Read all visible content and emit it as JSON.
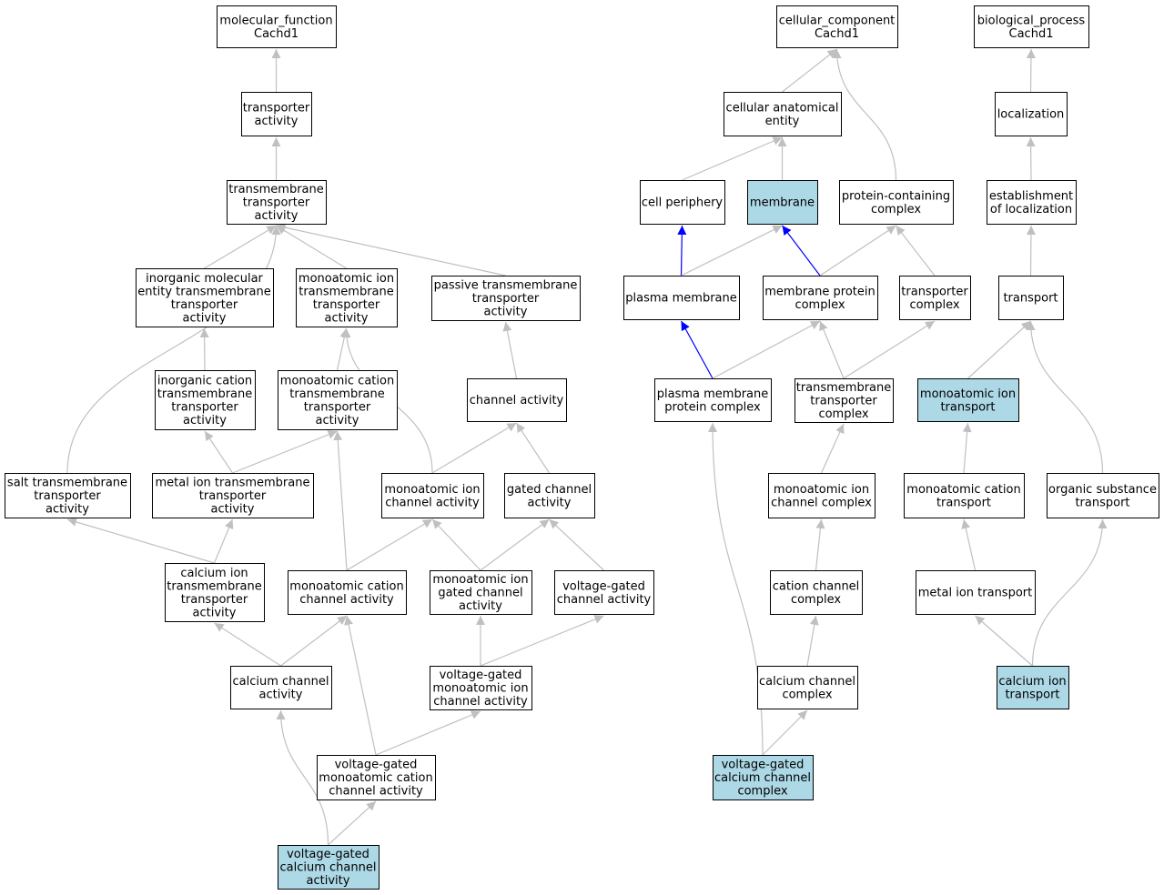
{
  "colors": {
    "background": "#ffffff",
    "node_fill": "#ffffff",
    "highlight_fill": "#add8e6",
    "node_border": "#000000",
    "edge_default": "#c0c0c0",
    "edge_emphasis": "#0000ff"
  },
  "nodes": [
    {
      "id": "mf",
      "lines": [
        "molecular_function",
        "Cachd1"
      ],
      "highlight": false
    },
    {
      "id": "ta",
      "lines": [
        "transporter",
        "activity"
      ],
      "highlight": false
    },
    {
      "id": "tta",
      "lines": [
        "transmembrane",
        "transporter",
        "activity"
      ],
      "highlight": false
    },
    {
      "id": "imetta",
      "lines": [
        "inorganic molecular",
        "entity transmembrane",
        "transporter",
        "activity"
      ],
      "highlight": false
    },
    {
      "id": "mitta",
      "lines": [
        "monoatomic ion",
        "transmembrane",
        "transporter",
        "activity"
      ],
      "highlight": false
    },
    {
      "id": "ptta",
      "lines": [
        "passive transmembrane",
        "transporter",
        "activity"
      ],
      "highlight": false
    },
    {
      "id": "icta",
      "lines": [
        "inorganic cation",
        "transmembrane",
        "transporter",
        "activity"
      ],
      "highlight": false
    },
    {
      "id": "mcta",
      "lines": [
        "monoatomic cation",
        "transmembrane",
        "transporter",
        "activity"
      ],
      "highlight": false
    },
    {
      "id": "cha",
      "lines": [
        "channel activity"
      ],
      "highlight": false
    },
    {
      "id": "sta",
      "lines": [
        "salt transmembrane",
        "transporter",
        "activity"
      ],
      "highlight": false
    },
    {
      "id": "mita",
      "lines": [
        "metal ion transmembrane",
        "transporter",
        "activity"
      ],
      "highlight": false
    },
    {
      "id": "mica",
      "lines": [
        "monoatomic ion",
        "channel activity"
      ],
      "highlight": false
    },
    {
      "id": "gca",
      "lines": [
        "gated channel",
        "activity"
      ],
      "highlight": false
    },
    {
      "id": "cita",
      "lines": [
        "calcium ion",
        "transmembrane",
        "transporter",
        "activity"
      ],
      "highlight": false
    },
    {
      "id": "mcca",
      "lines": [
        "monoatomic cation",
        "channel activity"
      ],
      "highlight": false
    },
    {
      "id": "migca",
      "lines": [
        "monoatomic ion",
        "gated channel",
        "activity"
      ],
      "highlight": false
    },
    {
      "id": "vgca",
      "lines": [
        "voltage-gated",
        "channel activity"
      ],
      "highlight": false
    },
    {
      "id": "cca",
      "lines": [
        "calcium channel",
        "activity"
      ],
      "highlight": false
    },
    {
      "id": "vgmica",
      "lines": [
        "voltage-gated",
        "monoatomic ion",
        "channel activity"
      ],
      "highlight": false
    },
    {
      "id": "vgmcca",
      "lines": [
        "voltage-gated",
        "monoatomic cation",
        "channel activity"
      ],
      "highlight": false
    },
    {
      "id": "vgcca",
      "lines": [
        "voltage-gated",
        "calcium channel",
        "activity"
      ],
      "highlight": true
    },
    {
      "id": "cc",
      "lines": [
        "cellular_component",
        "Cachd1"
      ],
      "highlight": false
    },
    {
      "id": "cae",
      "lines": [
        "cellular anatomical",
        "entity"
      ],
      "highlight": false
    },
    {
      "id": "cp",
      "lines": [
        "cell periphery"
      ],
      "highlight": false
    },
    {
      "id": "mem",
      "lines": [
        "membrane"
      ],
      "highlight": true
    },
    {
      "id": "pcc",
      "lines": [
        "protein-containing",
        "complex"
      ],
      "highlight": false
    },
    {
      "id": "pm",
      "lines": [
        "plasma membrane"
      ],
      "highlight": false
    },
    {
      "id": "mpc",
      "lines": [
        "membrane protein",
        "complex"
      ],
      "highlight": false
    },
    {
      "id": "tc",
      "lines": [
        "transporter",
        "complex"
      ],
      "highlight": false
    },
    {
      "id": "pmpc",
      "lines": [
        "plasma membrane",
        "protein complex"
      ],
      "highlight": false
    },
    {
      "id": "ttc",
      "lines": [
        "transmembrane",
        "transporter",
        "complex"
      ],
      "highlight": false
    },
    {
      "id": "micc",
      "lines": [
        "monoatomic ion",
        "channel complex"
      ],
      "highlight": false
    },
    {
      "id": "ccx",
      "lines": [
        "cation channel",
        "complex"
      ],
      "highlight": false
    },
    {
      "id": "cacc",
      "lines": [
        "calcium channel",
        "complex"
      ],
      "highlight": false
    },
    {
      "id": "vgccc",
      "lines": [
        "voltage-gated",
        "calcium channel",
        "complex"
      ],
      "highlight": true
    },
    {
      "id": "bp",
      "lines": [
        "biological_process",
        "Cachd1"
      ],
      "highlight": false
    },
    {
      "id": "loc",
      "lines": [
        "localization"
      ],
      "highlight": false
    },
    {
      "id": "eol",
      "lines": [
        "establishment",
        "of localization"
      ],
      "highlight": false
    },
    {
      "id": "tr",
      "lines": [
        "transport"
      ],
      "highlight": false
    },
    {
      "id": "mit",
      "lines": [
        "monoatomic ion",
        "transport"
      ],
      "highlight": true
    },
    {
      "id": "mct",
      "lines": [
        "monoatomic cation",
        "transport"
      ],
      "highlight": false
    },
    {
      "id": "ost",
      "lines": [
        "organic substance",
        "transport"
      ],
      "highlight": false
    },
    {
      "id": "mtt",
      "lines": [
        "metal ion transport"
      ],
      "highlight": false
    },
    {
      "id": "cit",
      "lines": [
        "calcium ion",
        "transport"
      ],
      "highlight": true
    }
  ],
  "edges": [
    {
      "from": "ta",
      "to": "mf",
      "emphasis": false
    },
    {
      "from": "tta",
      "to": "ta",
      "emphasis": false
    },
    {
      "from": "imetta",
      "to": "tta",
      "emphasis": false
    },
    {
      "from": "mitta",
      "to": "tta",
      "emphasis": false
    },
    {
      "from": "ptta",
      "to": "tta",
      "emphasis": false
    },
    {
      "from": "sta",
      "to": "tta",
      "emphasis": false
    },
    {
      "from": "icta",
      "to": "imetta",
      "emphasis": false
    },
    {
      "from": "mcta",
      "to": "mitta",
      "emphasis": false
    },
    {
      "from": "mica",
      "to": "mitta",
      "emphasis": false
    },
    {
      "from": "cha",
      "to": "ptta",
      "emphasis": false
    },
    {
      "from": "mita",
      "to": "icta",
      "emphasis": false
    },
    {
      "from": "mita",
      "to": "mcta",
      "emphasis": false
    },
    {
      "from": "mcca",
      "to": "mcta",
      "emphasis": false
    },
    {
      "from": "mica",
      "to": "cha",
      "emphasis": false
    },
    {
      "from": "gca",
      "to": "cha",
      "emphasis": false
    },
    {
      "from": "cita",
      "to": "sta",
      "emphasis": false
    },
    {
      "from": "cita",
      "to": "mita",
      "emphasis": false
    },
    {
      "from": "mcca",
      "to": "mica",
      "emphasis": false
    },
    {
      "from": "migca",
      "to": "mica",
      "emphasis": false
    },
    {
      "from": "migca",
      "to": "gca",
      "emphasis": false
    },
    {
      "from": "vgca",
      "to": "gca",
      "emphasis": false
    },
    {
      "from": "cca",
      "to": "cita",
      "emphasis": false
    },
    {
      "from": "cca",
      "to": "mcca",
      "emphasis": false
    },
    {
      "from": "vgmcca",
      "to": "mcca",
      "emphasis": false
    },
    {
      "from": "vgmica",
      "to": "migca",
      "emphasis": false
    },
    {
      "from": "vgmica",
      "to": "vgca",
      "emphasis": false
    },
    {
      "from": "vgmcca",
      "to": "vgmica",
      "emphasis": false
    },
    {
      "from": "vgcca",
      "to": "cca",
      "emphasis": false
    },
    {
      "from": "vgcca",
      "to": "vgmcca",
      "emphasis": false
    },
    {
      "from": "cae",
      "to": "cc",
      "emphasis": false
    },
    {
      "from": "pcc",
      "to": "cc",
      "emphasis": false
    },
    {
      "from": "cp",
      "to": "cae",
      "emphasis": false
    },
    {
      "from": "mem",
      "to": "cae",
      "emphasis": false
    },
    {
      "from": "pm",
      "to": "cp",
      "emphasis": true
    },
    {
      "from": "pm",
      "to": "mem",
      "emphasis": false
    },
    {
      "from": "mpc",
      "to": "mem",
      "emphasis": true
    },
    {
      "from": "mpc",
      "to": "pcc",
      "emphasis": false
    },
    {
      "from": "tc",
      "to": "pcc",
      "emphasis": false
    },
    {
      "from": "pmpc",
      "to": "pm",
      "emphasis": true
    },
    {
      "from": "pmpc",
      "to": "mpc",
      "emphasis": false
    },
    {
      "from": "ttc",
      "to": "mpc",
      "emphasis": false
    },
    {
      "from": "ttc",
      "to": "tc",
      "emphasis": false
    },
    {
      "from": "micc",
      "to": "ttc",
      "emphasis": false
    },
    {
      "from": "ccx",
      "to": "micc",
      "emphasis": false
    },
    {
      "from": "cacc",
      "to": "ccx",
      "emphasis": false
    },
    {
      "from": "vgccc",
      "to": "cacc",
      "emphasis": false
    },
    {
      "from": "vgccc",
      "to": "pmpc",
      "emphasis": false
    },
    {
      "from": "loc",
      "to": "bp",
      "emphasis": false
    },
    {
      "from": "eol",
      "to": "loc",
      "emphasis": false
    },
    {
      "from": "tr",
      "to": "eol",
      "emphasis": false
    },
    {
      "from": "mit",
      "to": "tr",
      "emphasis": false
    },
    {
      "from": "ost",
      "to": "tr",
      "emphasis": false
    },
    {
      "from": "mct",
      "to": "mit",
      "emphasis": false
    },
    {
      "from": "mtt",
      "to": "mct",
      "emphasis": false
    },
    {
      "from": "cit",
      "to": "mtt",
      "emphasis": false
    },
    {
      "from": "cit",
      "to": "ost",
      "emphasis": false
    }
  ]
}
